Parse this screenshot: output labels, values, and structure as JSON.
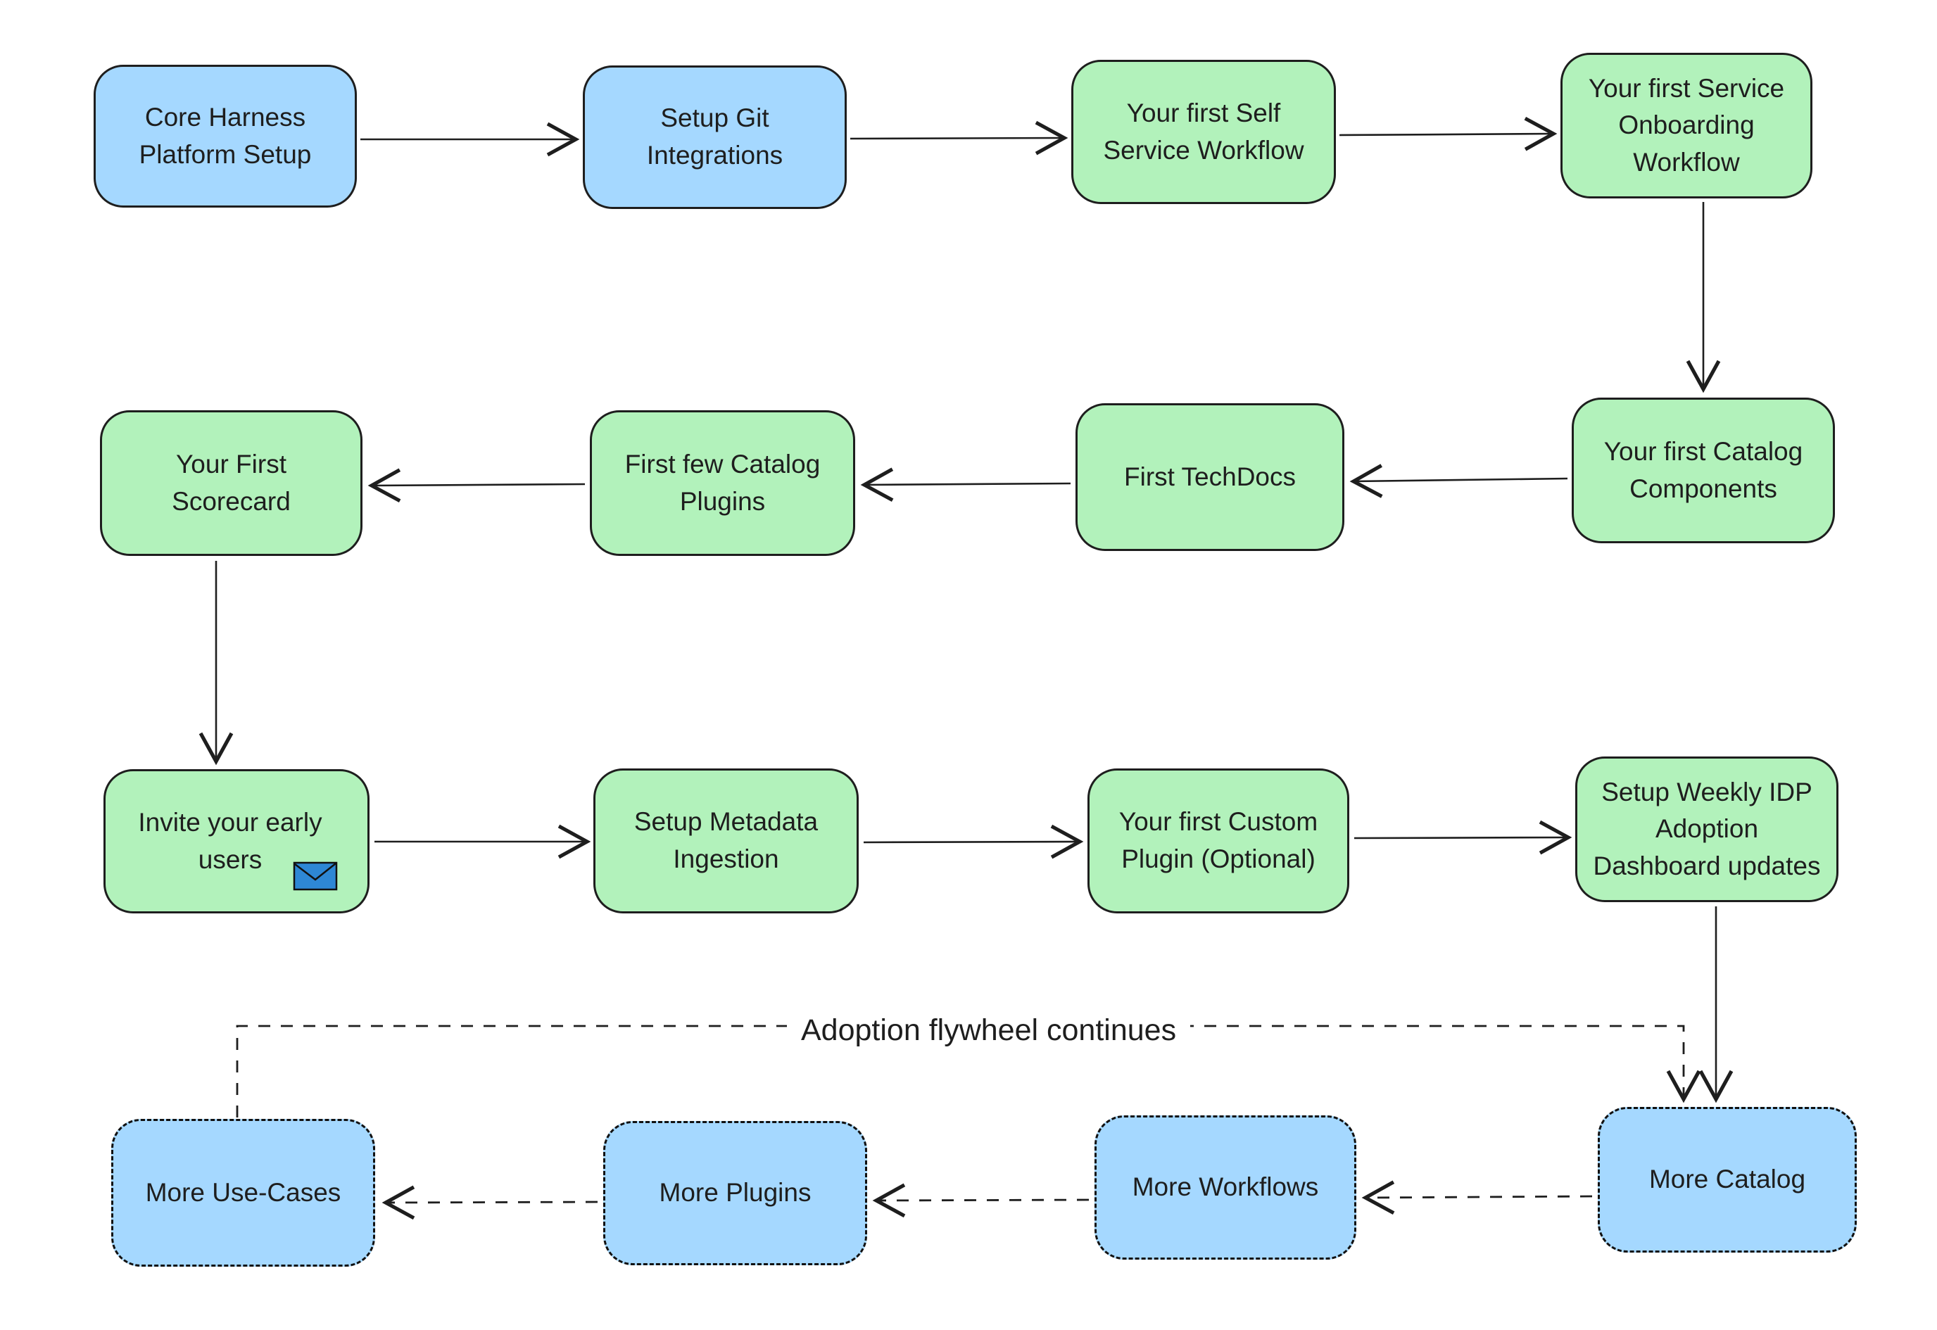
{
  "diagram": {
    "flywheel_label": "Adoption flywheel continues",
    "colors": {
      "node_blue": "#a5d8ff",
      "node_green": "#b2f2bb",
      "stroke": "#1e1e1e",
      "envelope_blue": "#2e87d5",
      "background": "#ffffff"
    },
    "nodes": [
      {
        "id": "core-harness-platform-setup",
        "label": "Core Harness Platform Setup",
        "color": "blue",
        "border": "solid"
      },
      {
        "id": "setup-git-integrations",
        "label": "Setup Git Integrations",
        "color": "blue",
        "border": "solid"
      },
      {
        "id": "first-self-service-workflow",
        "label": "Your first Self Service Workflow",
        "color": "green",
        "border": "solid"
      },
      {
        "id": "first-service-onboarding-workflow",
        "label": "Your first Service Onboarding Workflow",
        "color": "green",
        "border": "solid"
      },
      {
        "id": "first-scorecard",
        "label": "Your First Scorecard",
        "color": "green",
        "border": "solid"
      },
      {
        "id": "first-few-catalog-plugins",
        "label": "First few Catalog Plugins",
        "color": "green",
        "border": "solid"
      },
      {
        "id": "first-techdocs",
        "label": "First TechDocs",
        "color": "green",
        "border": "solid"
      },
      {
        "id": "first-catalog-components",
        "label": "Your first Catalog Components",
        "color": "green",
        "border": "solid"
      },
      {
        "id": "invite-early-users",
        "label": "Invite your early users",
        "color": "green",
        "border": "solid",
        "icon": "envelope-icon"
      },
      {
        "id": "setup-metadata-ingestion",
        "label": "Setup Metadata Ingestion",
        "color": "green",
        "border": "solid"
      },
      {
        "id": "first-custom-plugin",
        "label": "Your first Custom Plugin (Optional)",
        "color": "green",
        "border": "solid"
      },
      {
        "id": "weekly-idp-adoption-dashboard",
        "label": "Setup Weekly IDP Adoption Dashboard updates",
        "color": "green",
        "border": "solid"
      },
      {
        "id": "more-use-cases",
        "label": "More Use-Cases",
        "color": "blue",
        "border": "dashed"
      },
      {
        "id": "more-plugins",
        "label": "More Plugins",
        "color": "blue",
        "border": "dashed"
      },
      {
        "id": "more-workflows",
        "label": "More Workflows",
        "color": "blue",
        "border": "dashed"
      },
      {
        "id": "more-catalog",
        "label": "More Catalog",
        "color": "blue",
        "border": "dashed"
      }
    ]
  }
}
